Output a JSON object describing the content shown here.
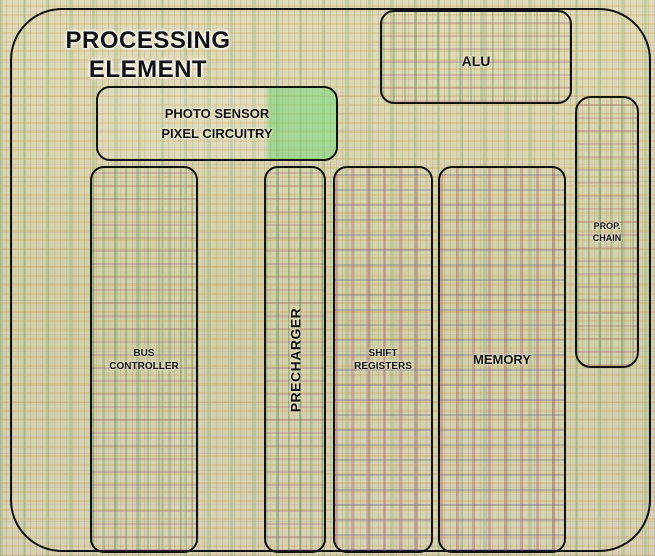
{
  "title": {
    "line1": "PROCESSING",
    "line2": "ELEMENT"
  },
  "blocks": {
    "alu": {
      "label": "ALU"
    },
    "photo_sensor": {
      "line1": "PHOTO SENSOR",
      "line2": "PIXEL CIRCUITRY"
    },
    "bus_controller": {
      "line1": "BUS",
      "line2": "CONTROLLER"
    },
    "precharger": {
      "label": "PRECHARGER"
    },
    "shift_registers": {
      "line1": "SHIFT",
      "line2": "REGISTERS"
    },
    "memory": {
      "label": "MEMORY"
    },
    "prop_chain": {
      "line1": "PROP.",
      "line2": "CHAIN"
    }
  },
  "colors": {
    "outline": "#111111",
    "photo_sensor_highlight": "#82dc82",
    "background": "#d8d4ac"
  }
}
